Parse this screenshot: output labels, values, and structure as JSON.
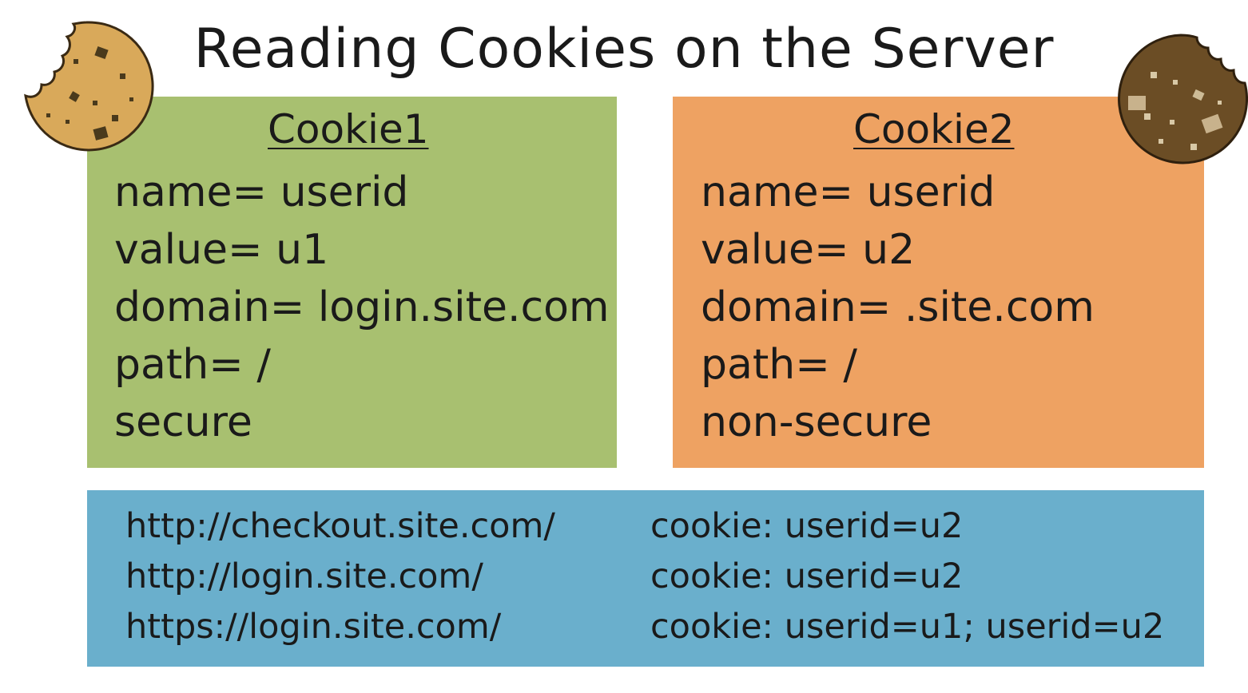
{
  "title": "Reading Cookies on the Server",
  "colors": {
    "green_box": "#a8c070",
    "orange_box": "#eea262",
    "blue_box": "#6aafcc",
    "light_cookie": "#d9a95a",
    "dark_cookie": "#6b4d25"
  },
  "icons": {
    "left": "light-bitten-cookie-icon",
    "right": "dark-bitten-cookie-icon"
  },
  "cookie1": {
    "heading": "Cookie1",
    "attributes": [
      "name= userid",
      "value= u1",
      "domain= login.site.com",
      "path= /",
      "secure"
    ]
  },
  "cookie2": {
    "heading": "Cookie2",
    "attributes": [
      "name= userid",
      "value= u2",
      "domain= .site.com",
      "path= /",
      "non-secure"
    ]
  },
  "requests": {
    "urls": [
      "http://checkout.site.com/",
      "http://login.site.com/",
      "https://login.site.com/"
    ],
    "headers": [
      "cookie: userid=u2",
      "cookie: userid=u2",
      "cookie: userid=u1; userid=u2"
    ]
  }
}
